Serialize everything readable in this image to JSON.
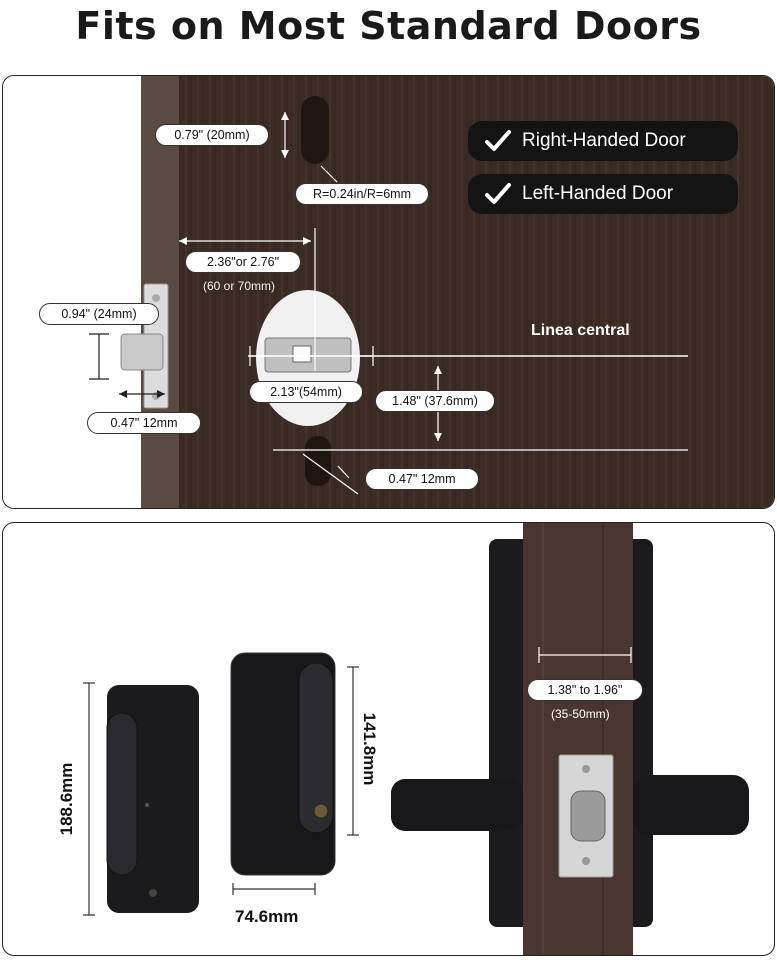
{
  "page": {
    "title": "Fits on Most Standard Doors"
  },
  "top_panel": {
    "badges": {
      "right_handed": "Right-Handed Door",
      "left_handed": "Left-Handed Door"
    },
    "labels": {
      "hole_height": "0.79\" (20mm)",
      "radius": "R=0.24in/R=6mm",
      "backset": "2.36\"or 2.76\"",
      "backset_mm": "(60 or 70mm)",
      "latch_height": "0.94\" (24mm)",
      "bore_dia": "2.13\"(54mm)",
      "bore_offset": "1.48\" (37.6mm)",
      "latch_edge": "0.47\" 12mm",
      "bottom_hole": "0.47\" 12mm",
      "center_line": "Linea central"
    },
    "colors": {
      "door": "#3a2a24",
      "frame": "#d8d8d8"
    }
  },
  "bottom_panel": {
    "labels": {
      "height_front": "188.6mm",
      "height_back": "141.8mm",
      "width": "74.6mm",
      "thickness": "1.38\" to 1.96\"",
      "thickness_mm": "(35-50mm)"
    },
    "colors": {
      "lock_body": "#1b1b1e",
      "door": "#4a3630"
    }
  }
}
